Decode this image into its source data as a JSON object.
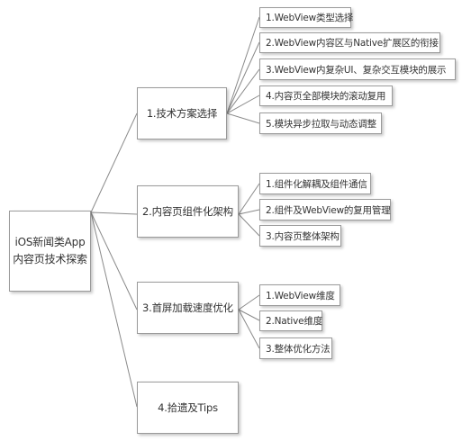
{
  "root": {
    "line1": "iOS新闻类App",
    "line2": "内容页技术探索"
  },
  "branches": [
    {
      "label": "1.技术方案选择",
      "children": [
        "1.WebView类型选择",
        "2.WebView内容区与Native扩展区的衔接",
        "3.WebView内复杂UI、复杂交互模块的展示",
        "4.内容页全部模块的滚动复用",
        "5.模块异步拉取与动态调整"
      ]
    },
    {
      "label": "2.内容页组件化架构",
      "children": [
        "1.组件化解耦及组件通信",
        "2.组件及WebView的复用管理",
        "3.内容页整体架构"
      ]
    },
    {
      "label": "3.首屏加载速度优化",
      "children": [
        "1.WebView维度",
        "2.Native维度",
        "3.整体优化方法"
      ]
    },
    {
      "label": "4.拾遗及Tips",
      "children": []
    }
  ]
}
